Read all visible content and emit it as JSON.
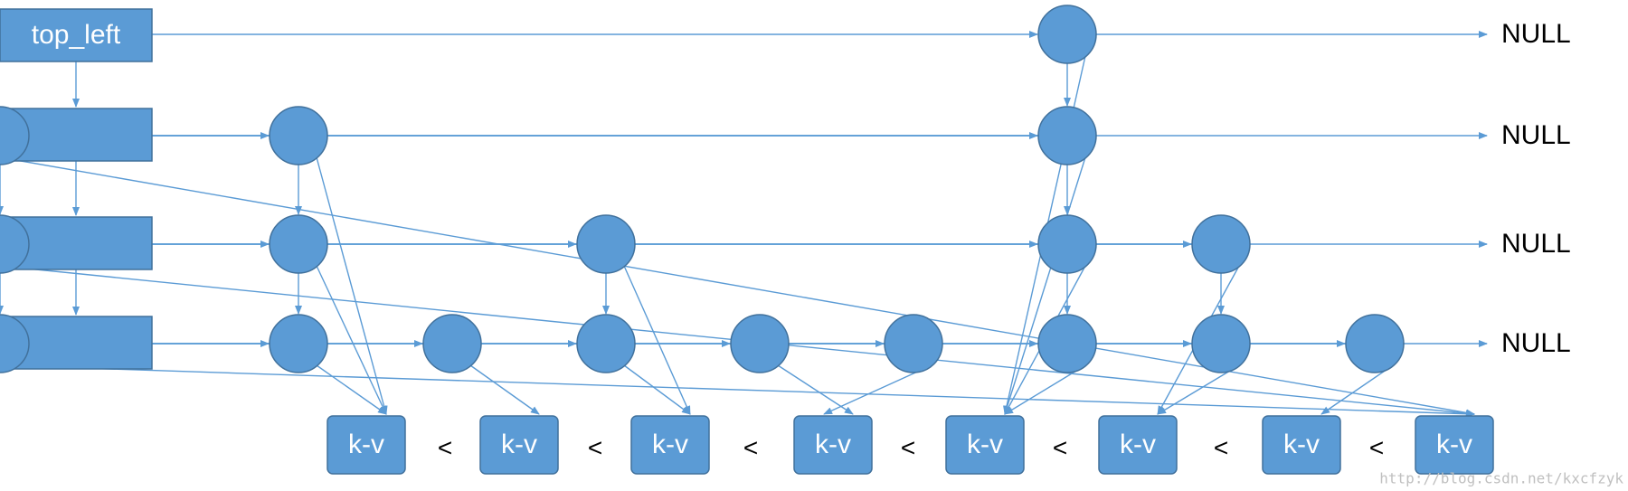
{
  "head": {
    "label": "top_left"
  },
  "null_label": "NULL",
  "kv_label": "k-v",
  "less_than": "<",
  "watermark": "http://blog.csdn.net/kxcfzyk",
  "colors": {
    "node_fill": "#5b9bd5",
    "node_stroke": "#41719c",
    "edge": "#5b9bd5"
  },
  "levels": [
    {
      "level": 4,
      "columns": [
        5
      ],
      "ends_with": "NULL"
    },
    {
      "level": 3,
      "columns": [
        0,
        5,
        8
      ],
      "ends_with": "NULL"
    },
    {
      "level": 2,
      "columns": [
        0,
        2,
        5,
        6,
        8
      ],
      "ends_with": "NULL"
    },
    {
      "level": 1,
      "columns": [
        0,
        1,
        2,
        3,
        4,
        5,
        6,
        7,
        8
      ],
      "ends_with": "NULL"
    }
  ],
  "kv_count": 8,
  "kv_owner_columns": [
    0,
    1,
    2,
    3,
    5,
    6,
    7,
    8
  ]
}
